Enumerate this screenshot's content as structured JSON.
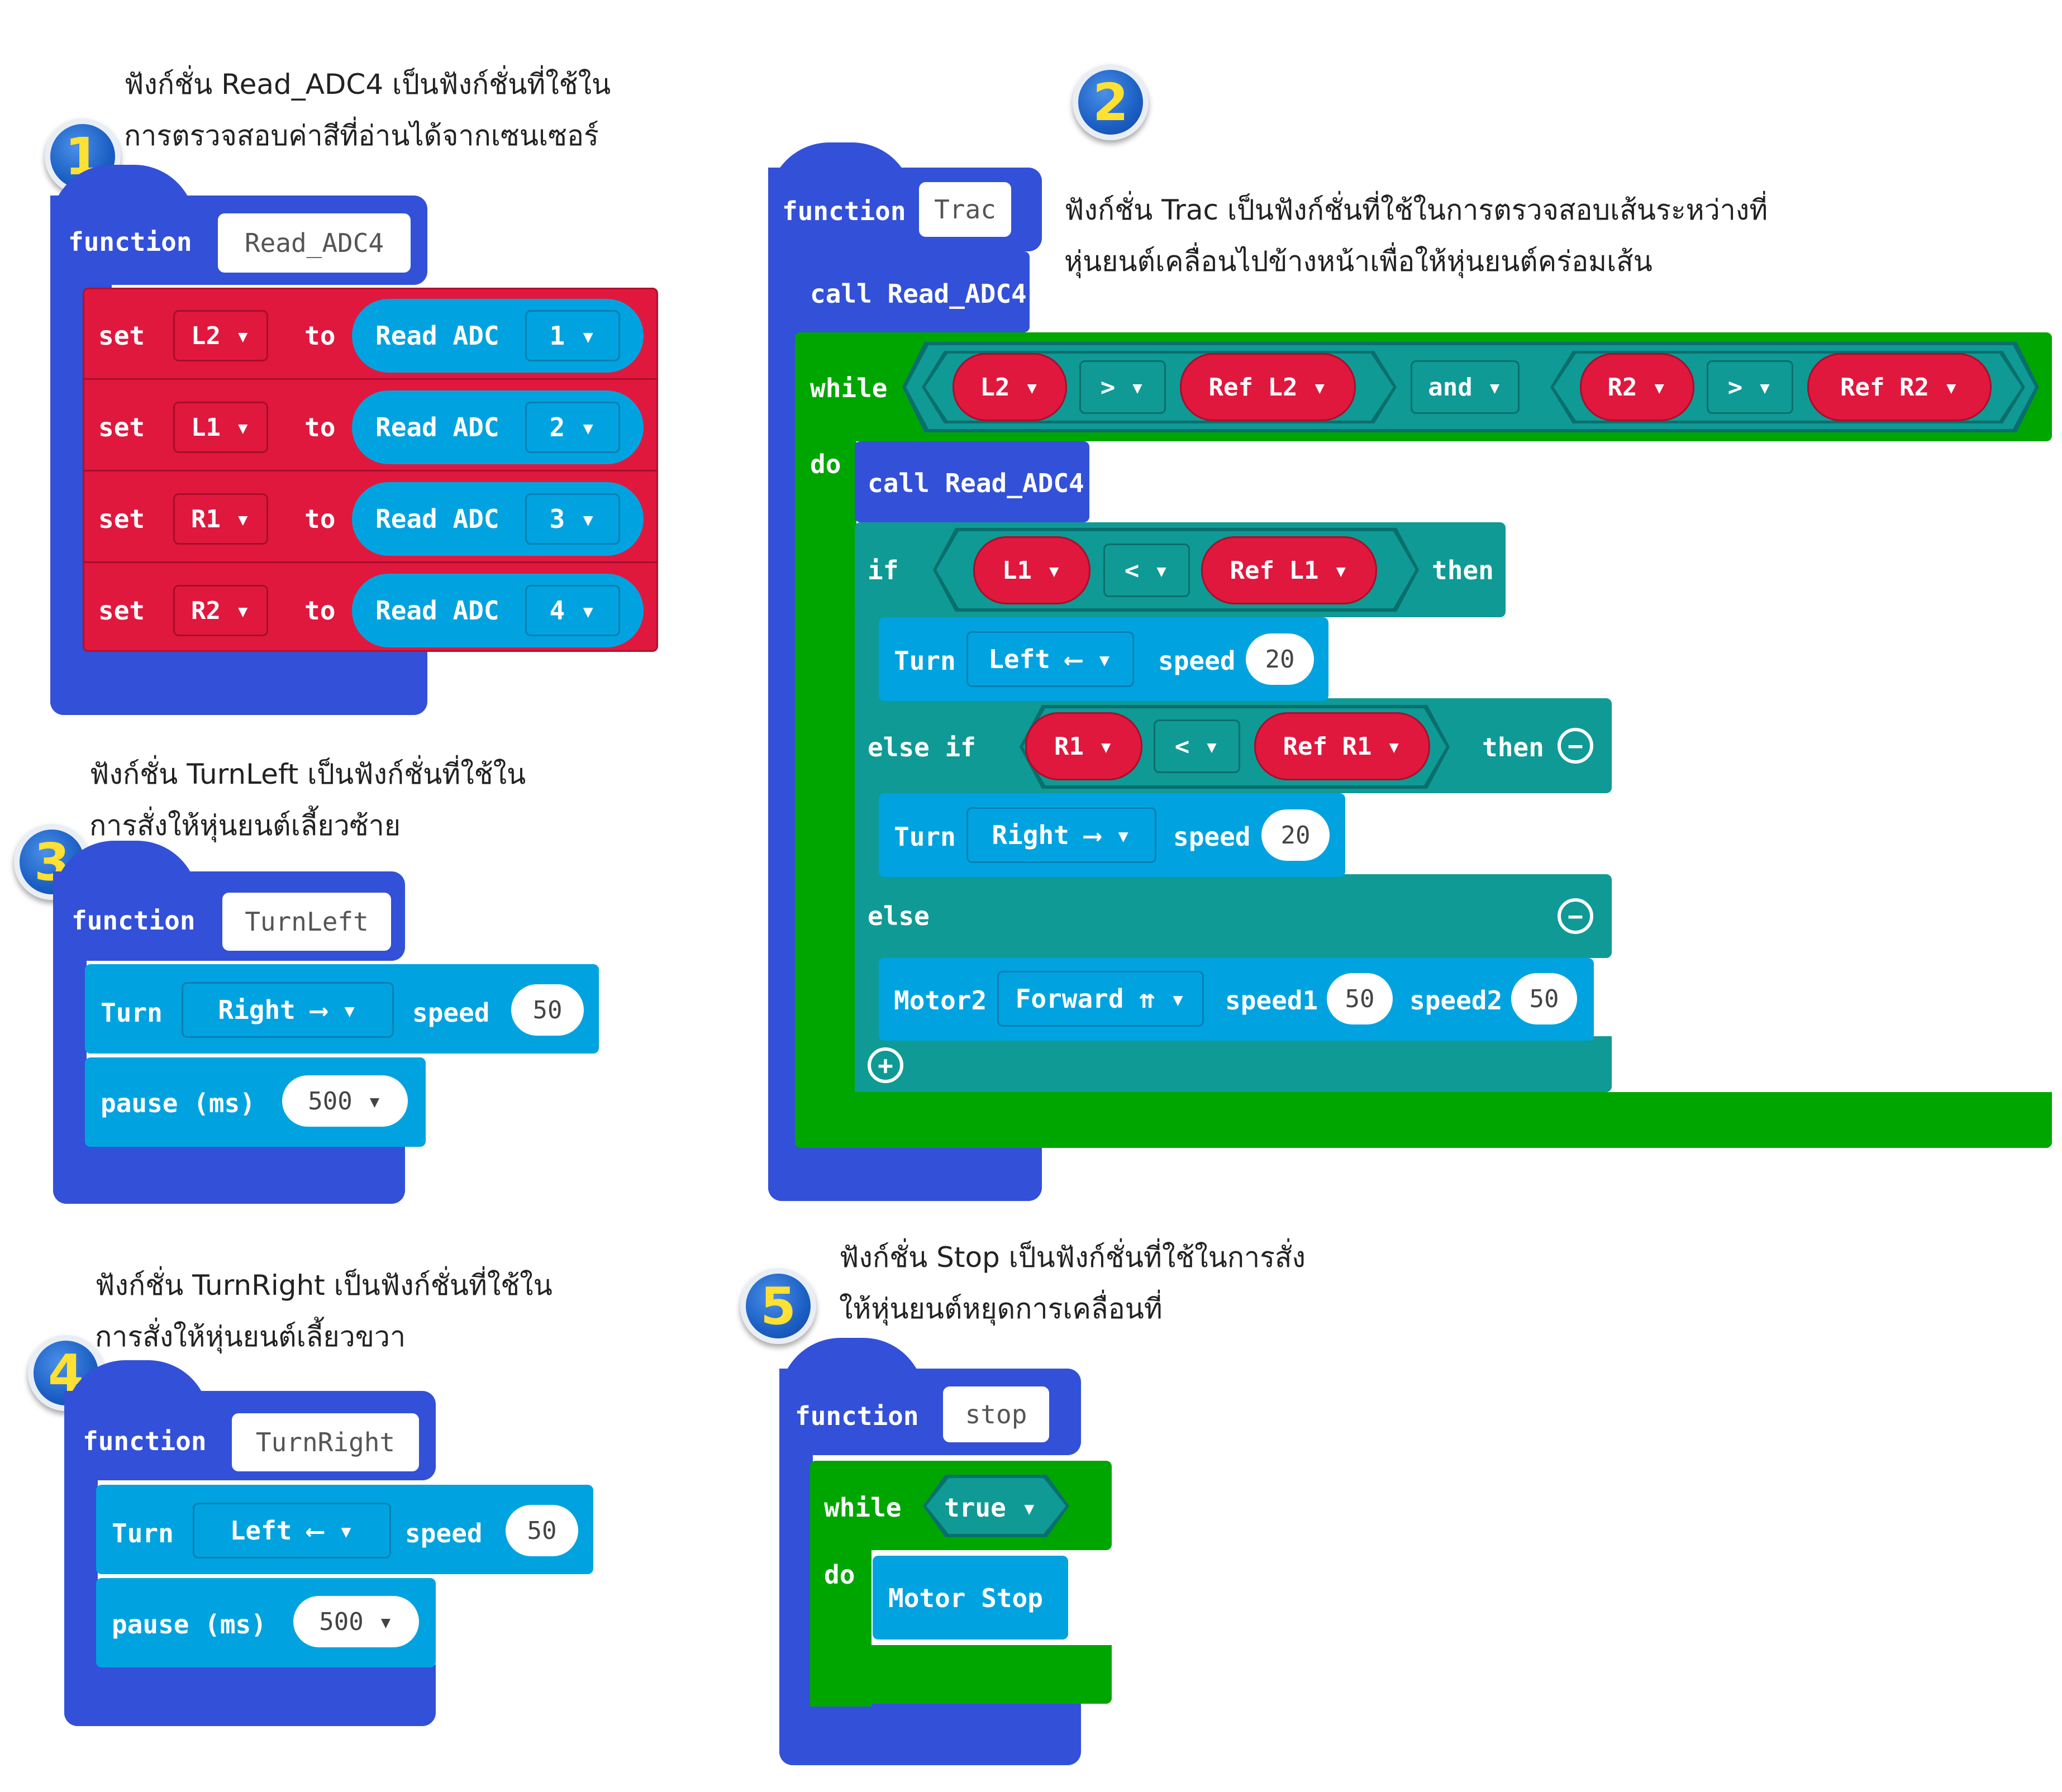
{
  "captions": {
    "c1": [
      "ฟังก์ชั่น Read_ADC4 เป็นฟังก์ชั่นที่ใช้ใน",
      "การตรวจสอบค่าสีที่อ่านได้จากเซนเซอร์"
    ],
    "c2": [
      "ฟังก์ชั่น Trac เป็นฟังก์ชั่นที่ใช้ในการตรวจสอบเส้นระหว่างที่",
      "หุ่นยนต์เคลื่อนไปข้างหน้าเพื่อให้หุ่นยนต์คร่อมเส้น"
    ],
    "c3": [
      "ฟังก์ชั่น TurnLeft เป็นฟังก์ชั่นที่ใช้ใน",
      "การสั่งให้หุ่นยนต์เลี้ยวซ้าย"
    ],
    "c4": [
      "ฟังก์ชั่น TurnRight เป็นฟังก์ชั่นที่ใช้ใน",
      "การสั่งให้หุ่นยนต์เลี้ยวขวา"
    ],
    "c5": [
      "ฟังก์ชั่น Stop เป็นฟังก์ชั่นที่ใช้ในการสั่ง",
      "ให้หุ่นยนต์หยุดการเคลื่อนที่"
    ]
  },
  "badges": [
    "1",
    "2",
    "3",
    "4",
    "5"
  ],
  "kw": {
    "function": "function",
    "set": "set",
    "to": "to",
    "read_adc": "Read ADC",
    "call": "call Read_ADC4",
    "while": "while",
    "do": "do",
    "if": "if",
    "then": "then",
    "else_if": "else if",
    "else": "else",
    "and": "and",
    "turn": "Turn",
    "speed": "speed",
    "pause": "pause (ms)",
    "motor2": "Motor2",
    "speed1": "speed1",
    "speed2": "speed2",
    "motor_stop": "Motor Stop",
    "true": "true ▾"
  },
  "block1": {
    "name": "Read_ADC4",
    "rows": [
      {
        "var": "L2 ▾",
        "ch": "1 ▾"
      },
      {
        "var": "L1 ▾",
        "ch": "2 ▾"
      },
      {
        "var": "R1 ▾",
        "ch": "3 ▾"
      },
      {
        "var": "R2 ▾",
        "ch": "4 ▾"
      }
    ]
  },
  "block2": {
    "name": "Trac",
    "while_cond": {
      "a": "L2 ▾",
      "op1": "> ▾",
      "b": "Ref L2 ▾",
      "and": "and ▾",
      "c": "R2 ▾",
      "op2": "> ▾",
      "d": "Ref R2 ▾"
    },
    "if_cond": {
      "a": "L1 ▾",
      "op": "< ▾",
      "b": "Ref L1 ▾"
    },
    "if_turn": {
      "dir": "Left ⟵ ▾",
      "speed": "20"
    },
    "elseif_cond": {
      "a": "R1 ▾",
      "op": "< ▾",
      "b": "Ref R1 ▾"
    },
    "elseif_turn": {
      "dir": "Right ⟶ ▾",
      "speed": "20"
    },
    "else_motor": {
      "dir": "Forward ⇈ ▾",
      "speed1": "50",
      "speed2": "50"
    }
  },
  "block3": {
    "name": "TurnLeft",
    "dir": "Right ⟶ ▾",
    "speed": "50",
    "pause": "500 ▾"
  },
  "block4": {
    "name": "TurnRight",
    "dir": "Left ⟵ ▾",
    "speed": "50",
    "pause": "500 ▾"
  },
  "block5": {
    "name": "stop"
  }
}
